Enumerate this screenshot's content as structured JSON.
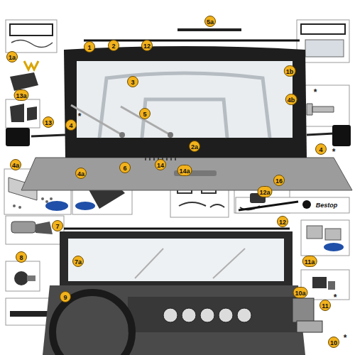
{
  "diagram": {
    "labels": [
      "1a",
      "1",
      "2",
      "12",
      "5a",
      "1b",
      "3",
      "13a",
      "4b",
      "*",
      "5",
      "13",
      "4",
      "*",
      "4",
      "*",
      "2a",
      "14",
      "6",
      "4a",
      "4a",
      "14a",
      "16",
      "12a",
      "Bestop",
      "12",
      "7",
      "11a",
      "7a",
      "8",
      "10a",
      "11",
      "*",
      "9",
      "10",
      "*"
    ]
  }
}
